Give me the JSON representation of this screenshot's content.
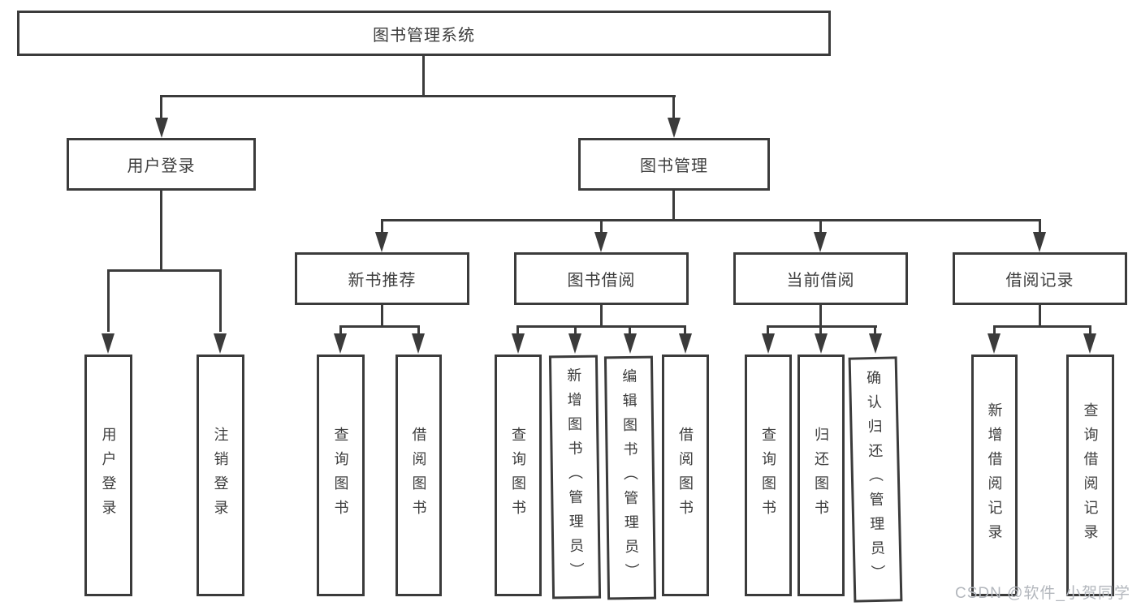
{
  "diagram": {
    "root": {
      "label": "图书管理系统"
    },
    "level2": [
      {
        "label": "用户登录"
      },
      {
        "label": "图书管理"
      }
    ],
    "level3": [
      {
        "label": "新书推荐"
      },
      {
        "label": "图书借阅"
      },
      {
        "label": "当前借阅"
      },
      {
        "label": "借阅记录"
      }
    ],
    "leaves": [
      {
        "label": "用户登录"
      },
      {
        "label": "注销登录"
      },
      {
        "label": "查询图书"
      },
      {
        "label": "借阅图书"
      },
      {
        "label": "查询图书"
      },
      {
        "label": "新增图书（管理员）"
      },
      {
        "label": "编辑图书（管理员）"
      },
      {
        "label": "借阅图书"
      },
      {
        "label": "查询图书"
      },
      {
        "label": "归还图书"
      },
      {
        "label": "确认归还（管理员）"
      },
      {
        "label": "新增借阅记录"
      },
      {
        "label": "查询借阅记录"
      }
    ],
    "colors": {
      "line": "#3b3b3b",
      "text": "#3d3d3d",
      "background": "#ffffff"
    }
  },
  "watermark": {
    "text": "CSDN @软件_小贺同学",
    "color": "#b3b7bd"
  }
}
